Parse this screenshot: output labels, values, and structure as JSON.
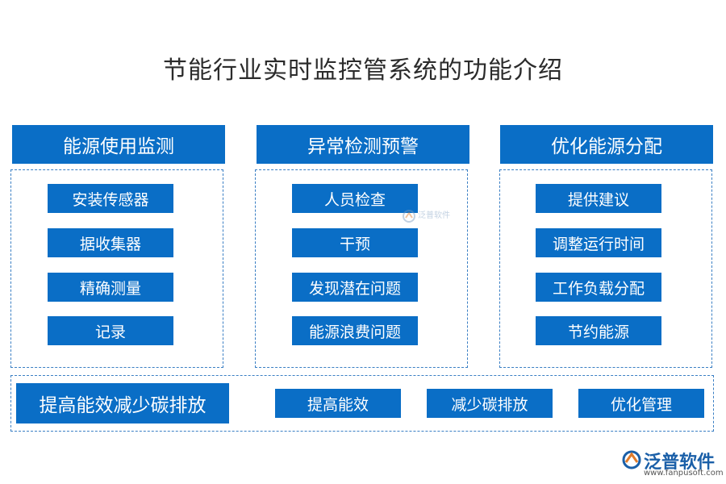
{
  "title": "节能行业实时监控管系统的功能介绍",
  "columns": [
    {
      "header": "能源使用监测",
      "items": [
        "安装传感器",
        "据收集器",
        "精确测量",
        "记录"
      ]
    },
    {
      "header": "异常检测预警",
      "items": [
        "人员检查",
        "干预",
        "发现潜在问题",
        "能源浪费问题"
      ]
    },
    {
      "header": "优化能源分配",
      "items": [
        "提供建议",
        "调整运行时间",
        "工作负载分配",
        "节约能源"
      ]
    }
  ],
  "bottom": {
    "header": "提高能效减少碳排放",
    "items": [
      "提高能效",
      "减少碳排放",
      "优化管理"
    ]
  },
  "watermark": {
    "text": "泛普软件"
  },
  "logo": {
    "name": "泛普软件",
    "url": "www.fanpusoft.com"
  },
  "colors": {
    "accent": "#0a6ec6",
    "border": "#3a7fc4"
  }
}
